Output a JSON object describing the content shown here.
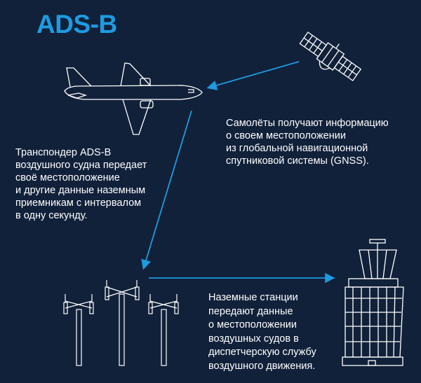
{
  "title": "ADS-B",
  "captions": {
    "satellite": [
      "Самолёты получают информацию",
      "о своем местоположении",
      "из глобальной навигационной",
      "спутниковой системы (GNSS)."
    ],
    "transponder": [
      "Транспондер ADS-B",
      "воздушного судна передает",
      "своё местоположение",
      "и другие данные наземным",
      "приемникам с интервалом",
      "в одну секунду."
    ],
    "ground": [
      "Наземные станции",
      "передают данные",
      "о местоположении",
      "воздушных судов в",
      "диспетчерскую службу",
      "воздушного движения."
    ]
  },
  "colors": {
    "background": "#11213a",
    "accent": "#1e9be0",
    "line": "#ffffff"
  }
}
